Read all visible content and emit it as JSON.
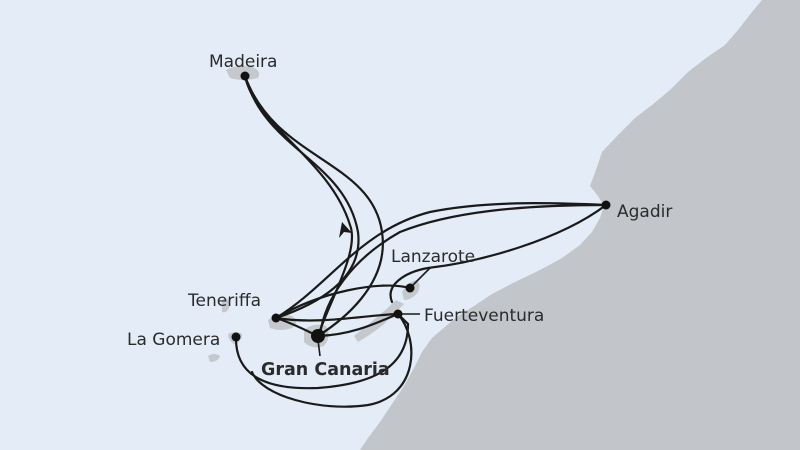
{
  "colors": {
    "sea": "#e3ecf7",
    "land": "#c2c5c9",
    "islands": "#c5c8cc",
    "route": "#1a1a1a",
    "text": "#2b2b2b"
  },
  "ports": {
    "madeira": "Madeira",
    "agadir": "Agadir",
    "lanzarote": "Lanzarote",
    "fuerteventura": "Fuerteventura",
    "teneriffa": "Teneriffa",
    "la_gomera": "La Gomera",
    "gran_canaria": "Gran Canaria"
  },
  "home_port": "gran_canaria",
  "direction_marker": "arrow-icon"
}
